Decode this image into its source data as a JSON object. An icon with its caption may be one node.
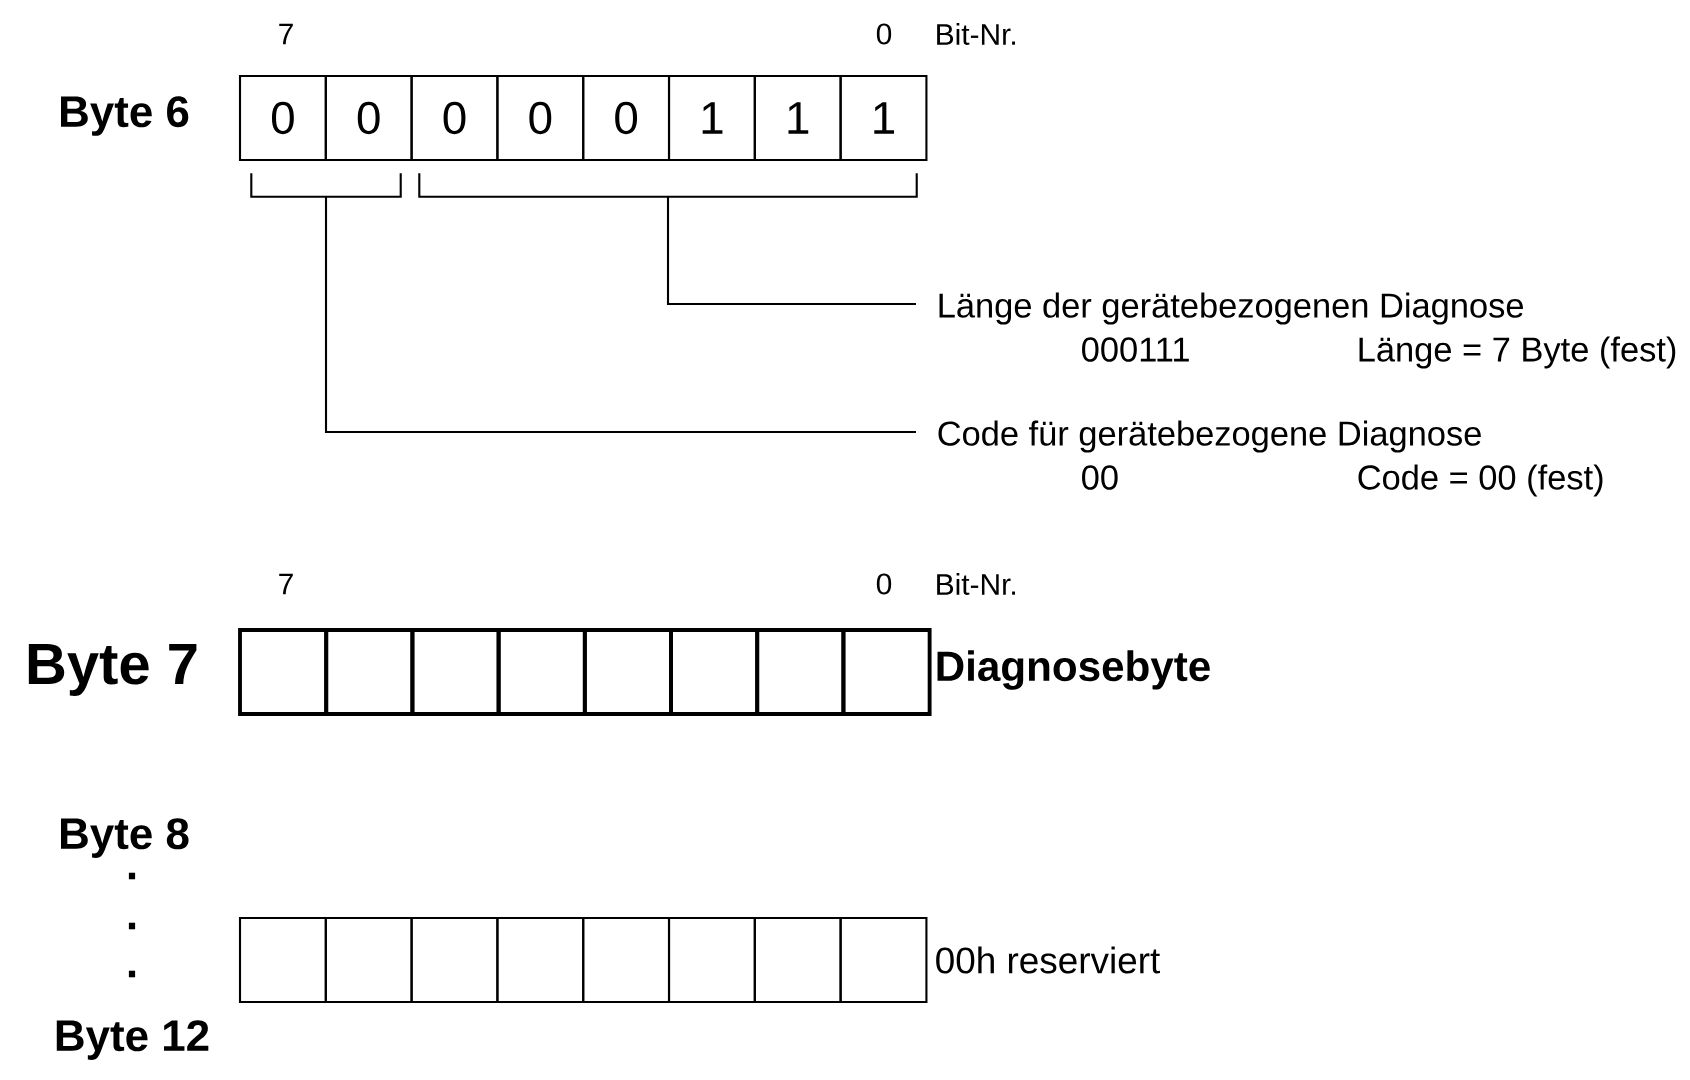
{
  "diagram": {
    "nodes": [
      {
        "text": [
          "0"
        ]
      },
      {
        "text": [
          "0"
        ]
      },
      {
        "text": [
          "0"
        ]
      },
      {
        "text": [
          "0"
        ]
      },
      {
        "text": [
          "0"
        ]
      },
      {
        "text": [
          "1"
        ]
      },
      {
        "text": [
          "1"
        ]
      },
      {
        "text": [
          "1"
        ]
      },
      {
        "text": [],
        "shape": "bracket"
      },
      {
        "text": [],
        "shape": "bracket"
      },
      {
        "text": [
          "Länge der gerätebezogenen Diagnose",
          "000111",
          "Länge = 7 Byte (fest)"
        ]
      },
      {
        "text": [
          "Code für gerätebezogene Diagnose",
          "00",
          "Code = 00 (fest)"
        ]
      },
      {
        "text": [],
        "shape": "box"
      },
      {
        "text": [],
        "shape": "box"
      },
      {
        "text": [],
        "shape": "box"
      },
      {
        "text": [],
        "shape": "box"
      },
      {
        "text": [],
        "shape": "box"
      },
      {
        "text": [],
        "shape": "box"
      },
      {
        "text": [],
        "shape": "box"
      },
      {
        "text": [],
        "shape": "box"
      },
      {
        "text": [],
        "shape": "box"
      },
      {
        "text": [],
        "shape": "box"
      },
      {
        "text": [],
        "shape": "box"
      },
      {
        "text": [],
        "shape": "box"
      },
      {
        "text": [],
        "shape": "box"
      },
      {
        "text": [],
        "shape": "box"
      },
      {
        "text": [],
        "shape": "box"
      },
      {
        "text": [],
        "shape": "box"
      }
    ],
    "edges": [
      {
        "from": 9,
        "to": 10,
        "arrow": "none"
      },
      {
        "from": 8,
        "to": 11,
        "arrow": "none"
      }
    ],
    "labels": [
      "7",
      "0",
      "Bit-Nr.",
      "Byte 6",
      "7",
      "0",
      "Bit-Nr.",
      "Byte 7",
      "Diagnosebyte",
      "Byte 8",
      ".",
      ".",
      ".",
      "Byte 12",
      "00h reserviert"
    ]
  }
}
